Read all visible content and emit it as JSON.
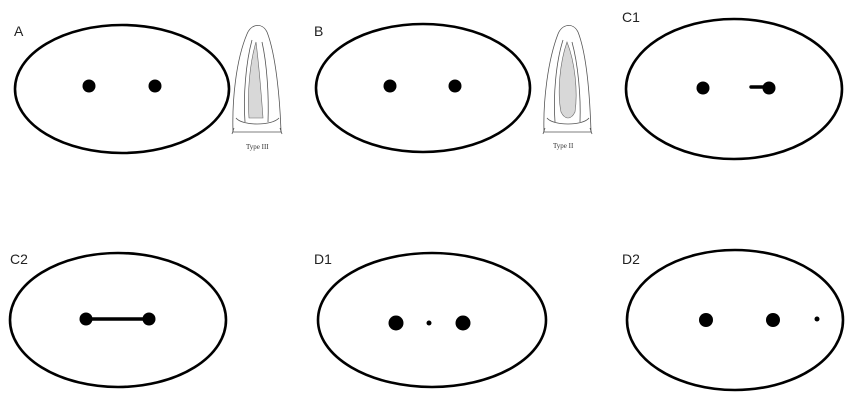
{
  "panels": [
    {
      "label": "A",
      "tooth_caption": "Type III",
      "canals": [
        "separate",
        "separate"
      ],
      "connection": "none"
    },
    {
      "label": "B",
      "tooth_caption": "Type II",
      "canals": [
        "separate",
        "separate"
      ],
      "connection": "none"
    },
    {
      "label": "C1",
      "canals": [
        "separate",
        "separate"
      ],
      "connection": "partial"
    },
    {
      "label": "C2",
      "canals": [
        "separate",
        "separate"
      ],
      "connection": "complete"
    },
    {
      "label": "D1",
      "canals": [
        "main",
        "accessory",
        "main"
      ],
      "connection": "none"
    },
    {
      "label": "D2",
      "canals": [
        "main",
        "main",
        "accessory"
      ],
      "connection": "none"
    }
  ]
}
